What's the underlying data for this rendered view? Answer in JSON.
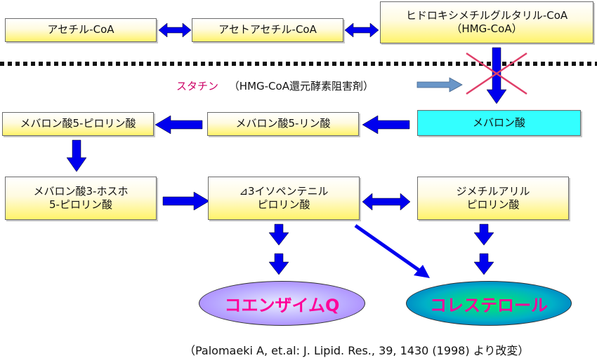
{
  "boxes": {
    "acetyl_coa": "アセチル-CoA",
    "acetoacetyl_coa": "アセトアセチル-CoA",
    "hmg_coa_line1": "ヒドロキシメチルグルタリル-CoA",
    "hmg_coa_line2": "（HMG-CoA）",
    "mevalonic_acid": "メバロン酸",
    "mevalonate_5p": "メバロン酸5-リン酸",
    "mevalonate_5pp": "メバロン酸5-ピロリン酸",
    "mevalonate_3p5pp_line1": "メバロン酸3-ホスホ",
    "mevalonate_3p5pp_line2": "5-ピロリン酸",
    "ipp_line1": "⊿3イソペンテニル",
    "ipp_line2": "ピロリン酸",
    "dmapp_line1": "ジメチルアリル",
    "dmapp_line2": "ピロリン酸"
  },
  "statin": {
    "name": "スタチン",
    "description": "（HMG-CoA還元酵素阻害剤）"
  },
  "products": {
    "coenzyme_q": "コエンザイムQ",
    "cholesterol": "コレステロール"
  },
  "citation": "（Palomaeki A, et.al: J. Lipid. Res., 39, 1430 (1998) より改変）",
  "colors": {
    "arrow": "#0000ee",
    "statin_arrow": "#6a96c8",
    "cross": "#e0406a",
    "cyan_box": "#33ffff",
    "box_yellow": "#fff36a"
  }
}
